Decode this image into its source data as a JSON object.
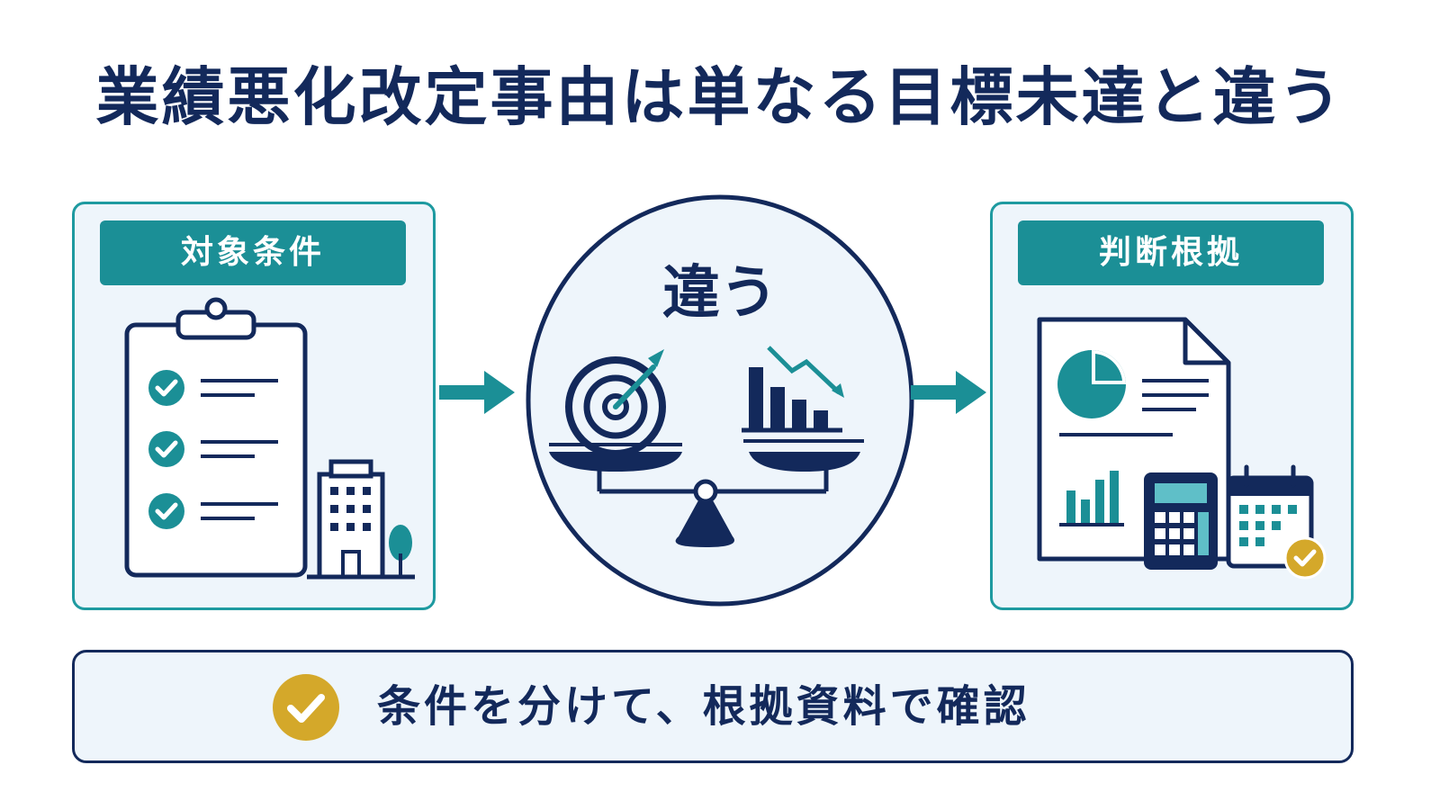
{
  "title": "業績悪化改定事由は単なる目標未達と違う",
  "left_panel": {
    "label": "対象条件"
  },
  "center": {
    "label": "違う"
  },
  "right_panel": {
    "label": "判断根拠"
  },
  "footer": {
    "text": "条件を分けて、根拠資料で確認"
  },
  "colors": {
    "navy": "#13295b",
    "teal": "#1b8f96",
    "gold": "#d4a82a",
    "panel_bg": "#eef5fb"
  },
  "icons": [
    "clipboard-checklist-icon",
    "office-building-icon",
    "tree-icon",
    "target-arrow-icon",
    "declining-bar-chart-icon",
    "balance-scale-icon",
    "report-document-icon",
    "calculator-icon",
    "calendar-check-icon",
    "check-circle-icon"
  ]
}
